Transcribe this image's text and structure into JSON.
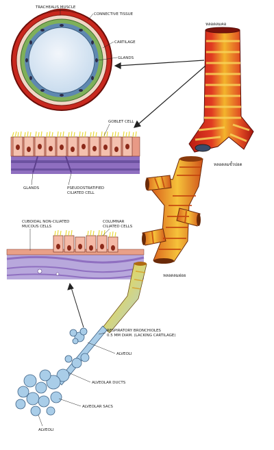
{
  "labels": {
    "trachealis_muscle": "TRACHEALIS MUSCLE",
    "connective_tissue": "CONNECTIVE TISSUE",
    "cartilage": "CARTILAGE",
    "glands_top": "GLANDS",
    "goblet_cell": "GOBLET CELL",
    "glands_bottom": "GLANDS",
    "pseudostratified": "PSEUDOSTRATIFIED",
    "ciliated_cell": "CILIATED CELL",
    "cuboidal_line1": "CUBOIDAL NON-CILIATED",
    "cuboidal_line2": "MUCOUS CELLS",
    "columnar_line1": "COLUMNAR",
    "columnar_line2": "CILIATED CELLS",
    "respiratory_line1": "RESPIRATORY BRONCHIOLES",
    "respiratory_line2": "0.5 MM DIAM. (LACKING CARTILAGE)",
    "alveoli_upper": "ALVEOLI",
    "alveolar_ducts": "ALVEOLAR DUCTS",
    "alveolar_sacs": "ALVEOLAR SACS",
    "alveoli_lower": "ALVEOLI"
  },
  "thai_labels": {
    "trachea": "หลอดลมคอ",
    "bronchus": "หลอดลมขั้วปอด",
    "bronchiole": "หลอดลมฝอย"
  },
  "colors": {
    "cartilage_red": "#c8281e",
    "cartilage_yellow": "#f2c72e",
    "epithelium_pink": "#e89a86",
    "purple_tissue": "#8f6fc0",
    "alveoli_blue": "#a9cde8",
    "mucosa_green": "#7fb05a"
  }
}
